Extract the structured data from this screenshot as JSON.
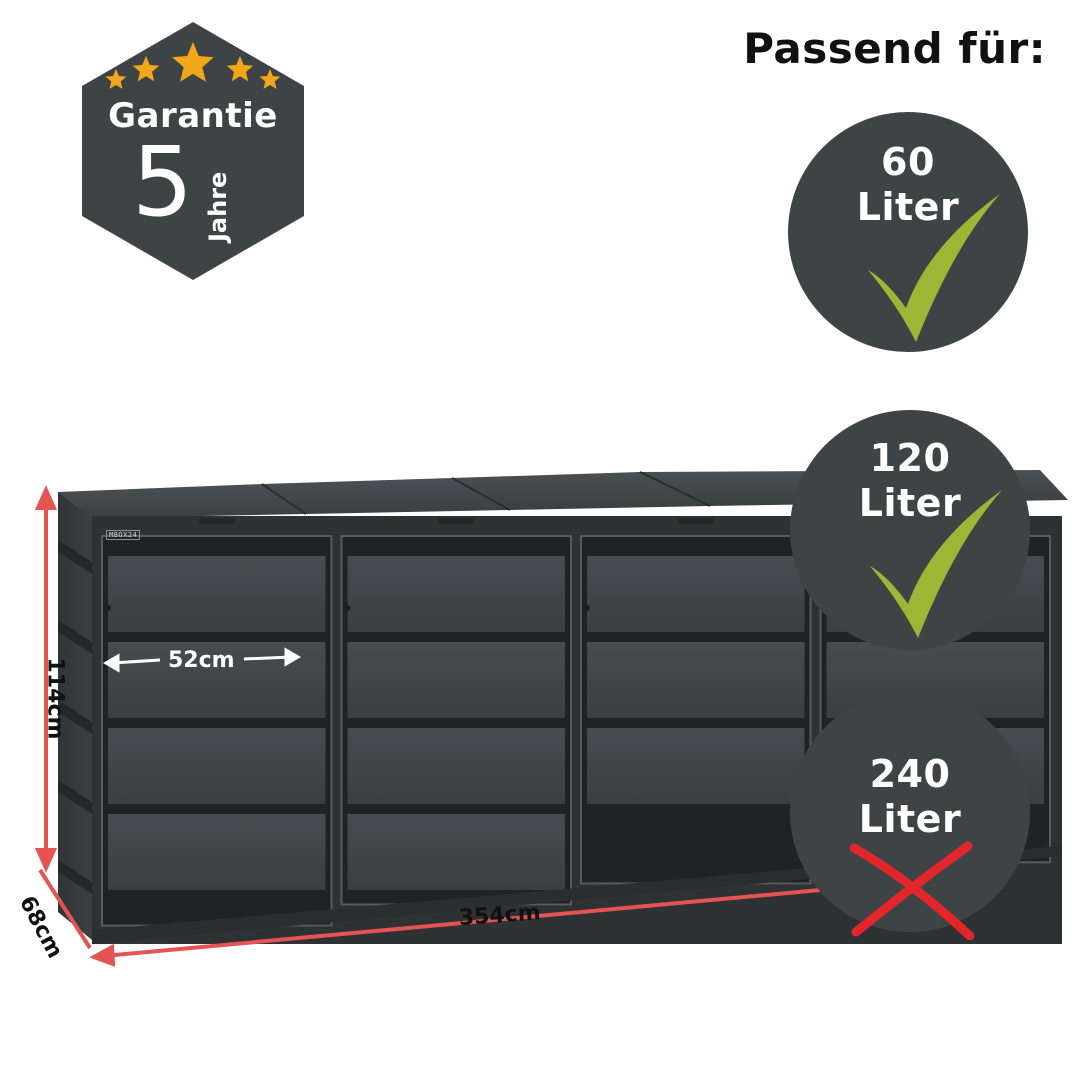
{
  "headline": "Passend für:",
  "guarantee": {
    "word": "Garantie",
    "years": "5",
    "unit": "Jahre",
    "star_count": 5,
    "star_color": "#f2a619",
    "badge_color": "#3e4446"
  },
  "compatibility": [
    {
      "size": "60",
      "unit": "Liter",
      "fits": true,
      "mark": "checkmark-icon"
    },
    {
      "size": "120",
      "unit": "Liter",
      "fits": true,
      "mark": "checkmark-icon"
    },
    {
      "size": "240",
      "unit": "Liter",
      "fits": false,
      "mark": "cross-icon"
    }
  ],
  "dimensions": {
    "height": "114cm",
    "depth": "68cm",
    "width": "354cm",
    "door_width": "52cm"
  },
  "product": {
    "brand_plate": "MBOX24",
    "compartments": 4
  },
  "colors": {
    "badge": "#3e4446",
    "check": "#9ab833",
    "cross": "#e3262a",
    "dimension_line": "#e55353",
    "box_body": "#3d4245",
    "box_dark": "#2b2f31"
  }
}
